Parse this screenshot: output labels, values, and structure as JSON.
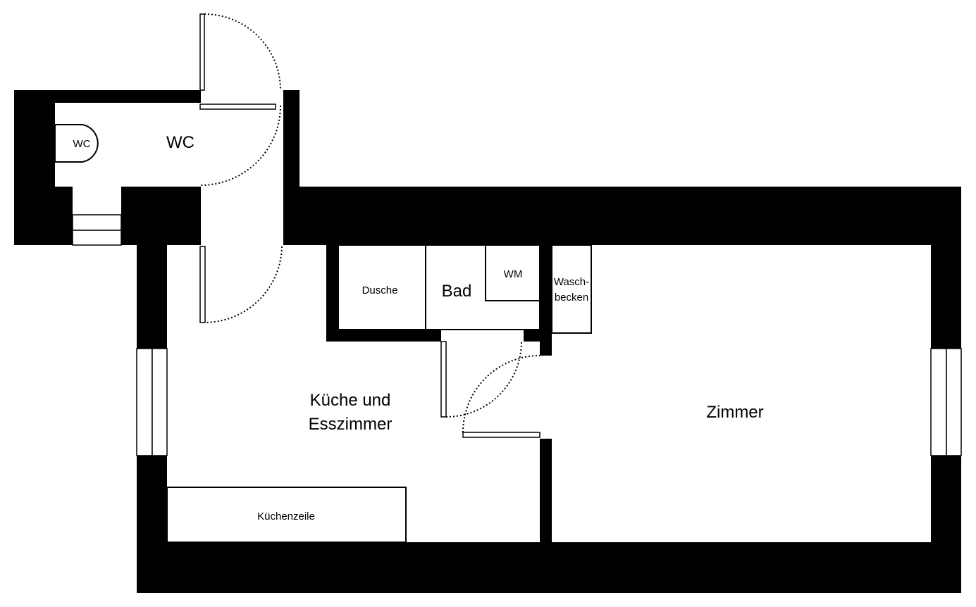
{
  "rooms": {
    "wc": "WC",
    "bad": "Bad",
    "kueche_line1": "Küche und",
    "kueche_line2": "Esszimmer",
    "zimmer": "Zimmer"
  },
  "fixtures": {
    "wc": "WC",
    "dusche": "Dusche",
    "wm": "WM",
    "waschbecken_line1": "Wasch-",
    "waschbecken_line2": "becken",
    "kuechenzeile": "Küchenzeile"
  },
  "colors": {
    "wall": "#000000",
    "background": "#ffffff"
  }
}
